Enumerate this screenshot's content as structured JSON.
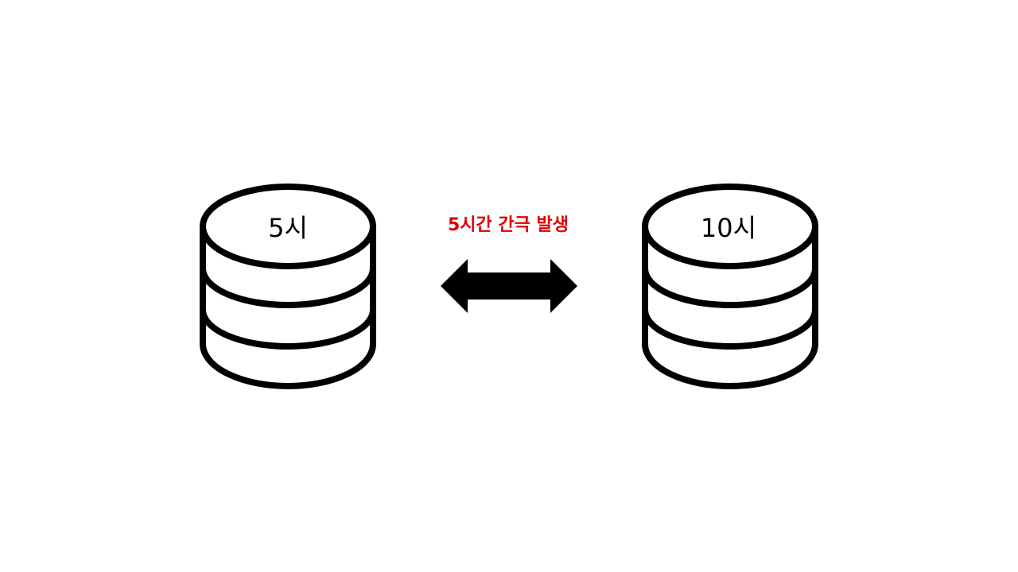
{
  "colors": {
    "stroke": "#000000",
    "arrow": "#000000",
    "gap_label": "#e00000"
  },
  "left_db": {
    "label": "5시"
  },
  "right_db": {
    "label": "10시"
  },
  "gap": {
    "label": "5시간 간극 발생"
  }
}
